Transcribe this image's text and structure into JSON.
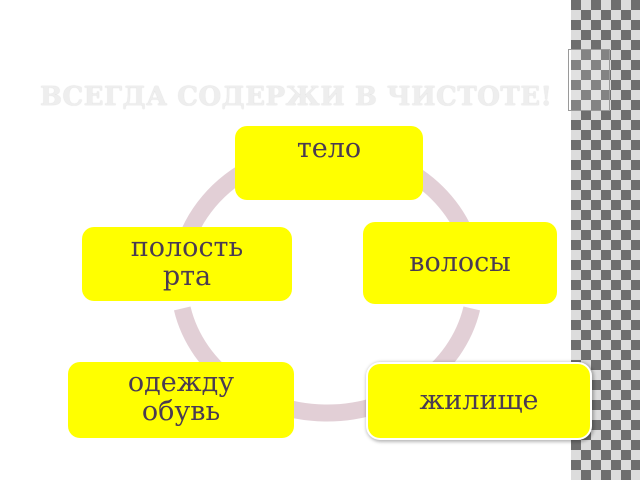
{
  "slide": {
    "title": "ВСЕГДА СОДЕРЖИ В ЧИСТОТЕ!"
  },
  "diagram": {
    "type": "cycle",
    "nodes": [
      {
        "id": "telo",
        "label": "тело"
      },
      {
        "id": "volosy",
        "label": "волосы"
      },
      {
        "id": "zhilishche",
        "label": "жилище"
      },
      {
        "id": "odezhdu",
        "label": "одежду\nобувь"
      },
      {
        "id": "polost",
        "label": "полость\nрта"
      }
    ],
    "colors": {
      "node_fill": "#ffff00",
      "node_text": "#4a3b52",
      "cycle_arrow": "#e2cfd6",
      "title_text": "#eeeeee",
      "side_pattern": "#6e6e6e"
    }
  }
}
